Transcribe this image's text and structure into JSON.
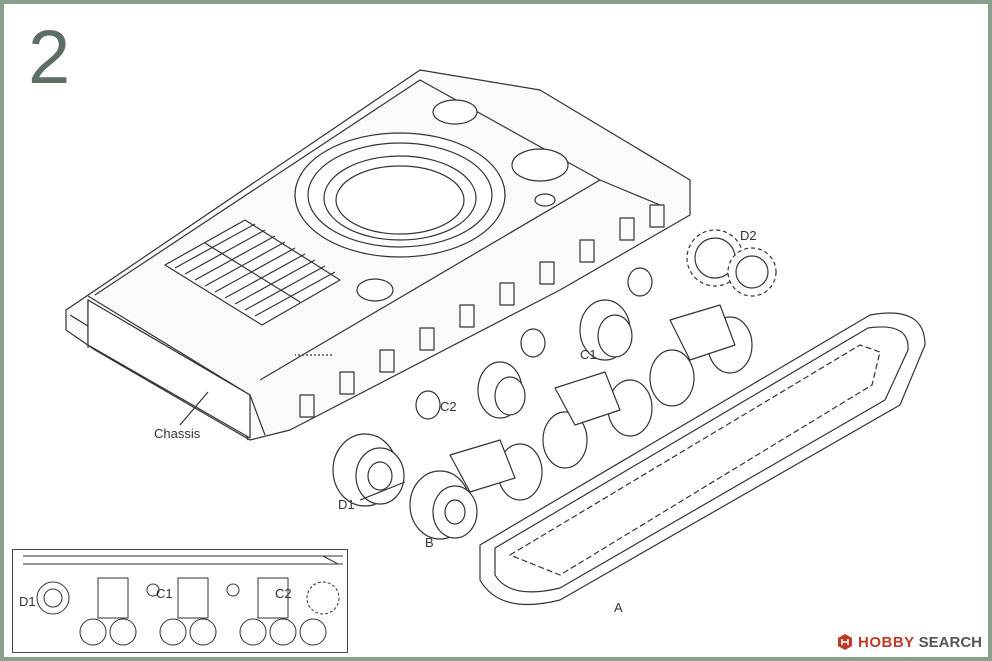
{
  "step": {
    "number": "2"
  },
  "labels": {
    "chassis": "Chassis",
    "d2": "D2",
    "c1": "C1",
    "c2": "C2",
    "d1": "D1",
    "b": "B",
    "a": "A"
  },
  "inset": {
    "d1": "D1",
    "c1": "C1",
    "c2": "C2"
  },
  "watermark": {
    "hobby": "HOBBY",
    "search": "SEARCH"
  },
  "colors": {
    "frame": "#8aa08f",
    "step_number": "#5d6f62",
    "line": "#333333",
    "watermark_red": "#c0392b"
  }
}
